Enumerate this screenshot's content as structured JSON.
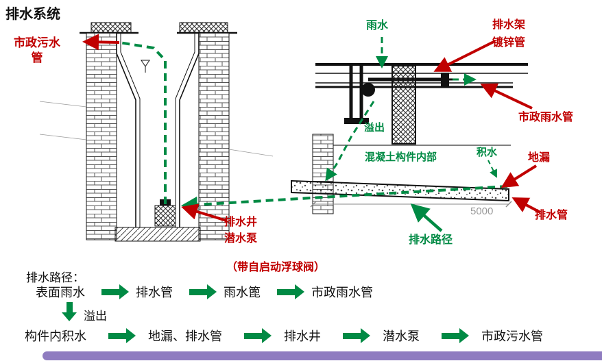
{
  "title": "排水系统",
  "colors": {
    "red": "#c00000",
    "green": "#008a44",
    "purple": "#8f7cc0",
    "gray": "#9a9a9a"
  },
  "labels": {
    "municipal_sewage_pipe": "市政污水管",
    "rainwater": "雨水",
    "drain_rack_galvanized": "排水架\n镀锌管",
    "municipal_rainwater_pipe": "市政雨水管",
    "overflow": "溢出",
    "inside_concrete_member": "混凝土构件内部",
    "accumulated_water": "积水",
    "floor_drain": "地漏",
    "drain_pipe": "排水管",
    "drainage_path": "排水路径",
    "well_and_pump": "排水井\n潜水泵",
    "float_valve_note": "（带自启动浮球阀）",
    "dimension": "5000"
  },
  "flow": {
    "heading": "排水路径：",
    "row1": [
      "表面雨水",
      "排水管",
      "雨水篦",
      "市政雨水管"
    ],
    "overflow": "溢出",
    "row2": [
      "构件内积水",
      "地漏、排水管",
      "排水井",
      "潜水泵",
      "市政污水管"
    ]
  }
}
